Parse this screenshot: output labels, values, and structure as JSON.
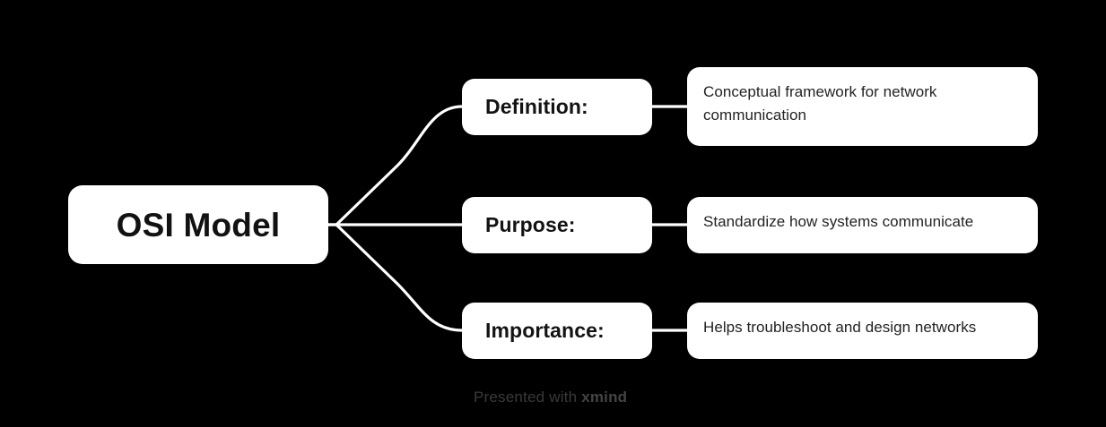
{
  "background_color": "#000000",
  "node_color": "#ffffff",
  "connector_color": "#ffffff",
  "root": {
    "label": "OSI Model"
  },
  "branches": [
    {
      "label": "Definition:",
      "detail": "Conceptual framework for network communication"
    },
    {
      "label": "Purpose:",
      "detail": "Standardize how systems communicate"
    },
    {
      "label": "Importance:",
      "detail": "Helps troubleshoot and design networks"
    }
  ],
  "footer": {
    "prefix": "Presented with ",
    "brand": "xmind"
  }
}
